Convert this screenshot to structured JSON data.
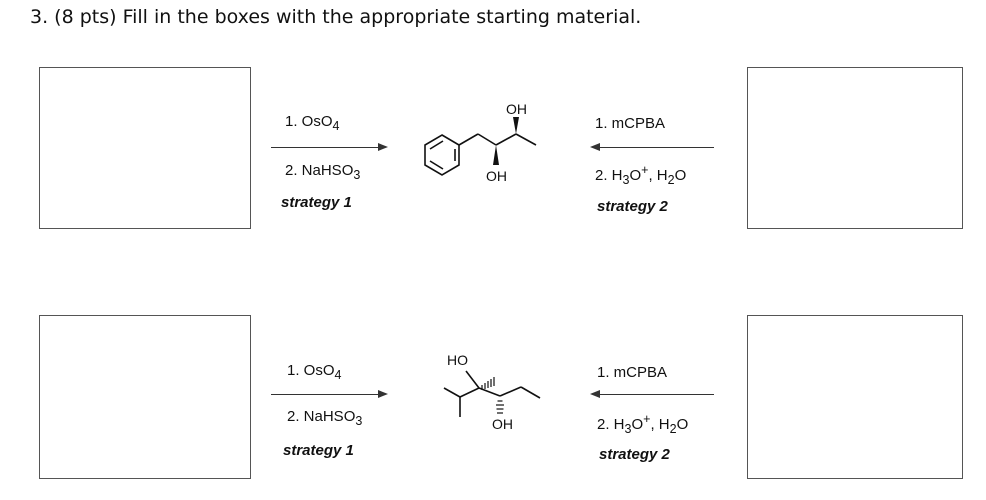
{
  "question": {
    "title": "3. (8 pts) Fill in the boxes with the appropriate starting material."
  },
  "reaction1": {
    "left": {
      "step1": "1. OsO",
      "step1_sub": "4",
      "step2": "2. NaHSO",
      "step2_sub": "3",
      "strategy": "strategy 1"
    },
    "right": {
      "step1": "1. mCPBA",
      "step2_a": "2. H",
      "step2_sub1": "3",
      "step2_b": "O",
      "step2_sup": "+",
      "step2_c": ", H",
      "step2_sub2": "2",
      "step2_d": "O",
      "strategy": "strategy 2"
    },
    "product": {
      "label_top": "OH",
      "label_bottom": "OH"
    }
  },
  "reaction2": {
    "left": {
      "step1": "1. OsO",
      "step1_sub": "4",
      "step2": "2. NaHSO",
      "step2_sub": "3",
      "strategy": "strategy 1"
    },
    "right": {
      "step1": "1. mCPBA",
      "step2_a": "2. H",
      "step2_sub1": "3",
      "step2_b": "O",
      "step2_sup": "+",
      "step2_c": ", H",
      "step2_sub2": "2",
      "step2_d": "O",
      "strategy": "strategy 2"
    },
    "product": {
      "label_top": "HO",
      "label_bottom": "OH"
    }
  }
}
